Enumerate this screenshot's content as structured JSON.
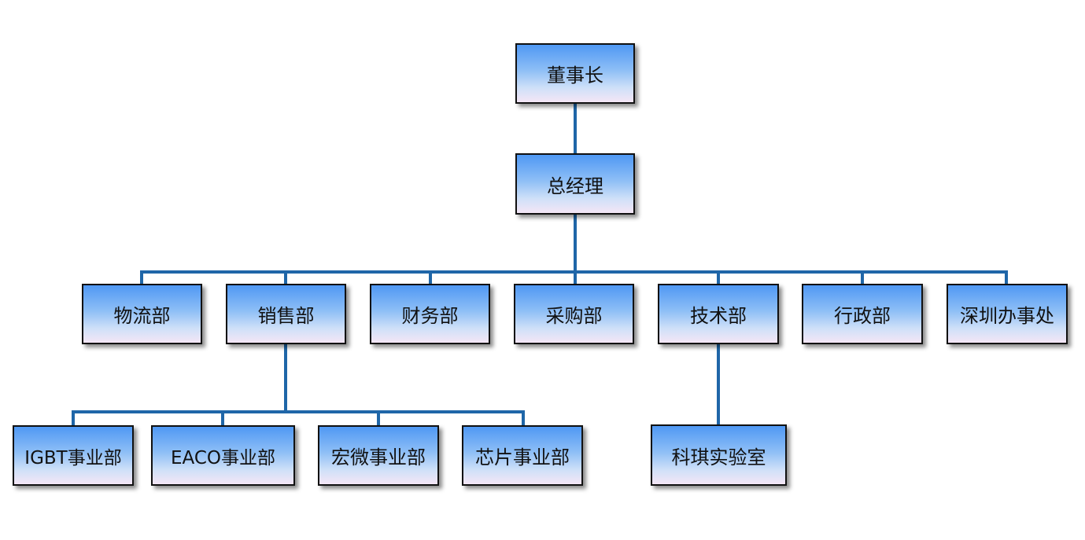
{
  "org_chart": {
    "chairman": "董事长",
    "general_manager": "总经理",
    "departments": [
      "物流部",
      "销售部",
      "财务部",
      "采购部",
      "技术部",
      "行政部",
      "深圳办事处"
    ],
    "sales_divisions": [
      "IGBT事业部",
      "EACO事业部",
      "宏微事业部",
      "芯片事业部"
    ],
    "tech_units": [
      "科琪实验室"
    ]
  },
  "colors": {
    "connector": "#1f66a8",
    "box_top": "#4f98f4",
    "box_bottom": "#f4e6f6",
    "box_border": "#111111"
  }
}
